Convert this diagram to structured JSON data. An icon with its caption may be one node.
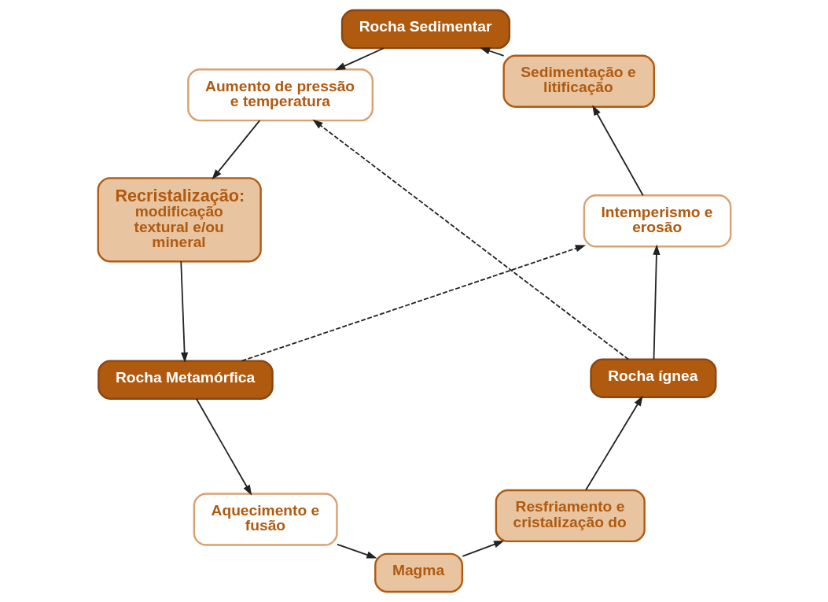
{
  "diagram": {
    "nodes": [
      {
        "text": [
          "Rocha ígnea"
        ]
      },
      {
        "text": [
          "Intemperismo e erosão"
        ]
      },
      {
        "text": [
          "Sedimentação e litificação"
        ]
      },
      {
        "text": [
          "Rocha Sedimentar"
        ]
      },
      {
        "text": [
          "Aumento de pressão e temperatura"
        ]
      },
      {
        "text": [
          "Recristalização:",
          "modificação textural e/ou mineral"
        ]
      },
      {
        "text": [
          "Rocha Metamórfica"
        ]
      },
      {
        "text": [
          "Aquecimento e fusão"
        ]
      },
      {
        "text": [
          "Magma"
        ]
      },
      {
        "text": [
          "Resfriamento e cristalização do"
        ]
      }
    ],
    "edges": [
      {
        "from": 0,
        "to": 1,
        "arrow": "to"
      },
      {
        "from": 1,
        "to": 2,
        "arrow": "to"
      },
      {
        "from": 2,
        "to": 3,
        "arrow": "to"
      },
      {
        "from": 3,
        "to": 4,
        "arrow": "to"
      },
      {
        "from": 4,
        "to": 5,
        "arrow": "to"
      },
      {
        "from": 5,
        "to": 6,
        "arrow": "to"
      },
      {
        "from": 6,
        "to": 7,
        "arrow": "to"
      },
      {
        "from": 7,
        "to": 8,
        "arrow": "to"
      },
      {
        "from": 8,
        "to": 9,
        "arrow": "to"
      },
      {
        "from": 9,
        "to": 0,
        "arrow": "to"
      },
      {
        "from": 0,
        "to": 4,
        "arrow": "to",
        "style": "dashed"
      },
      {
        "from": 6,
        "to": 1,
        "arrow": "to",
        "style": "dashed"
      }
    ]
  }
}
